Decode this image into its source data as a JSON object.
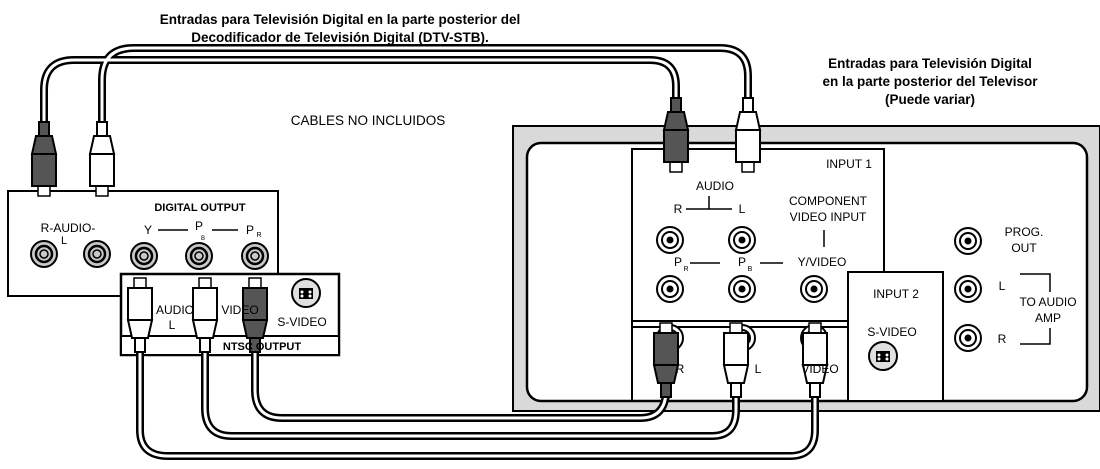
{
  "captions": {
    "stb_line1": "Entradas para Televisión Digital en la parte posterior del",
    "stb_line2": "Decodificador de Televisión Digital (DTV-STB).",
    "tv_line1": "Entradas para Televisión Digital",
    "tv_line2": "en la parte posterior del Televisor",
    "tv_line3": "(Puede variar)",
    "cables": "CABLES NO INCLUIDOS"
  },
  "stb": {
    "r_audio": "R-AUDIO-",
    "l": "L",
    "digital_output": "DIGITAL OUTPUT",
    "y": "Y",
    "p": "P",
    "p_sub_b": "B",
    "p_sub_r": "R",
    "audio": "AUDIO",
    "video": "VIDEO",
    "s_video": "S-VIDEO",
    "ntsc_output": "NTSC OUTPUT"
  },
  "tv": {
    "input1": "INPUT 1",
    "audio": "AUDIO",
    "r": "R",
    "l": "L",
    "component_line1": "COMPONENT",
    "component_line2": "VIDEO INPUT",
    "p": "P",
    "sub_r": "R",
    "sub_b": "B",
    "y_video": "Y/VIDEO",
    "input2": "INPUT 2",
    "s_video": "S-VIDEO",
    "video": "VIDEO",
    "prog": "PROG.",
    "out": "OUT",
    "to_audio": "TO AUDIO",
    "amp": "AMP"
  }
}
